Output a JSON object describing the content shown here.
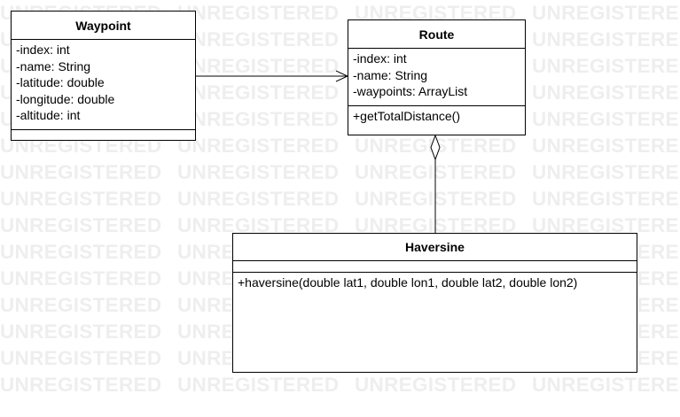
{
  "watermark": {
    "text": "UNREGISTERED"
  },
  "classes": [
    {
      "id": "waypoint",
      "name": "Waypoint",
      "attributes": [
        "-index: int",
        "-name: String",
        "-latitude: double",
        "-longitude: double",
        "-altitude: int"
      ],
      "operations": []
    },
    {
      "id": "route",
      "name": "Route",
      "attributes": [
        "-index: int",
        "-name: String",
        "-waypoints: ArrayList"
      ],
      "operations": [
        "+getTotalDistance()"
      ]
    },
    {
      "id": "haversine",
      "name": "Haversine",
      "attributes": [],
      "operations": [
        "+haversine(double lat1, double lon1, double lat2, double lon2)"
      ]
    }
  ],
  "relationships": [
    {
      "type": "association",
      "from": "Waypoint",
      "to": "Route",
      "navigable_end": "Route"
    },
    {
      "type": "aggregation",
      "whole": "Route",
      "part": "Haversine"
    }
  ]
}
